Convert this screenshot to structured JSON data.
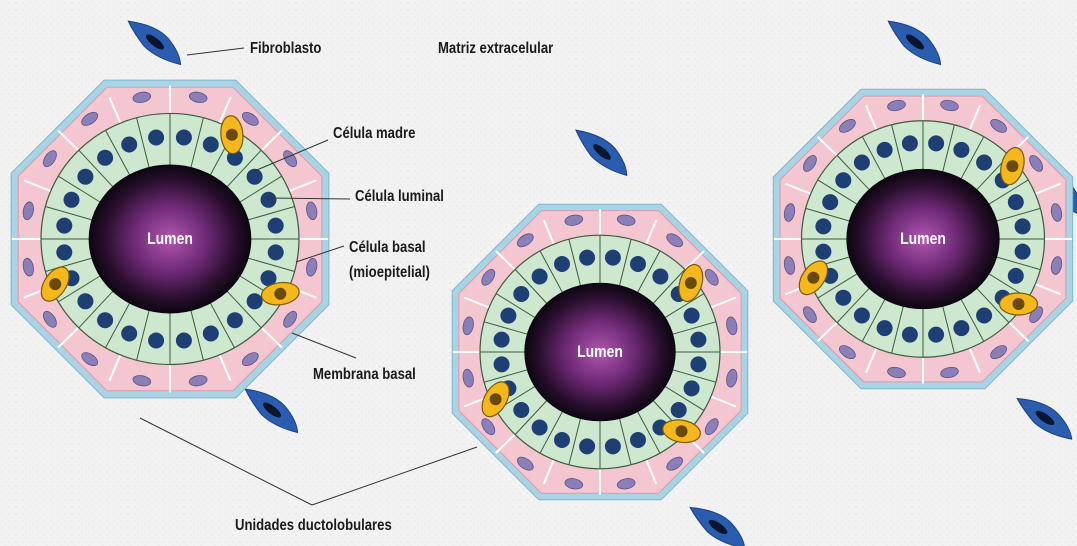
{
  "labels": {
    "fibroblasto": "Fibroblasto",
    "matriz": "Matriz extracelular",
    "celula_madre": "Célula madre",
    "celula_luminal": "Célula luminal",
    "celula_basal": "Célula basal",
    "mioepitelial": "(mioepitelial)",
    "membrana_basal": "Membrana basal",
    "unidades": "Unidades ductolobulares"
  },
  "acini": [
    {
      "lumen_label": "Lumen"
    },
    {
      "lumen_label": "Lumen"
    },
    {
      "lumen_label": "Lumen"
    }
  ],
  "colors": {
    "background": "#f2f2f2",
    "membrane": "#a8d4e6",
    "basal_cell": "#f4c6d0",
    "basal_nucleus": "#8b7fb8",
    "luminal_cell": "#cde8cf",
    "luminal_nucleus": "#1d3f73",
    "stem_cell": "#f5b81c",
    "stem_nucleus": "#6a4a0a",
    "lumen_center": "#a24aa3",
    "lumen_edge": "#0d0612",
    "fibroblast": "#2a5db0",
    "fibroblast_nucleus": "#0a1530",
    "leader": "#333333"
  }
}
